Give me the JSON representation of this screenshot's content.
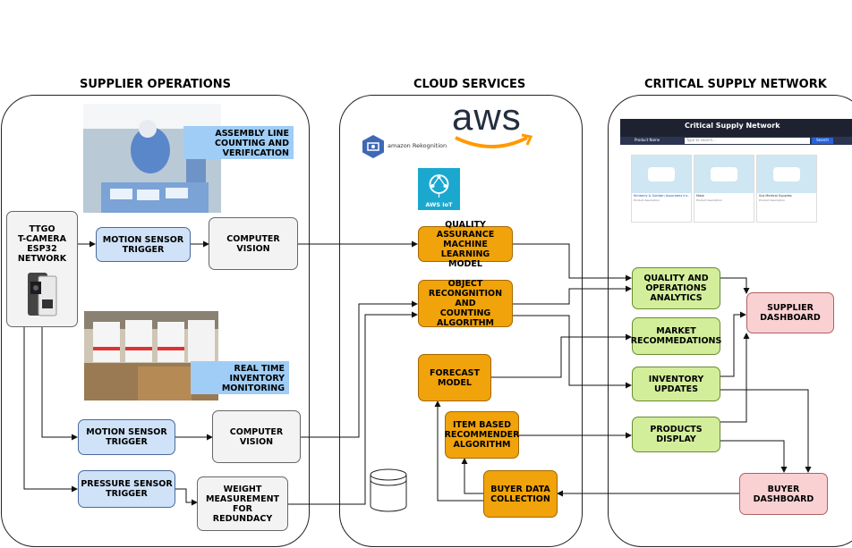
{
  "sections": {
    "supplier": "SUPPLIER OPERATIONS",
    "cloud": "CLOUD SERVICES",
    "network": "CRITICAL SUPPLY NETWORK"
  },
  "supplier": {
    "device": "TTGO\nT-CAMERA\nESP32\nNETWORK",
    "motion_trigger_1": "MOTION SENSOR\nTRIGGER",
    "computer_vision_1": "COMPUTER VISION",
    "motion_trigger_2": "MOTION SENSOR\nTRIGGER",
    "computer_vision_2": "COMPUTER VISION",
    "pressure_trigger": "PRESSURE SENSOR\nTRIGGER",
    "weight_measurement": "WEIGHT\nMEASUREMENT FOR\nREDUNDACY",
    "assembly_label": "ASSEMBLY LINE\nCOUNTING AND\nVERIFICATION",
    "inventory_label": "REAL TIME\nINVENTORY\nMONITORING"
  },
  "cloud": {
    "aws_logo": "aws",
    "rekognition_logo": "amazon Rekognition",
    "iot_logo": "AWS IoT",
    "qa_model": "QUALITY ASSURANCE\nMACHINE LEARNING\nMODEL",
    "object_recognition": "OBJECT\nRECONGNITION AND\nCOUNTING\nALGORITHM",
    "forecast_model": "FORECAST\nMODEL",
    "item_recommender": "ITEM BASED\nRECOMMENDER\nALGORITHM",
    "buyer_data": "BUYER DATA\nCOLLECTION"
  },
  "network": {
    "quality_analytics": "QUALITY  AND\nOPERATIONS\nANALYTICS",
    "market_recommendations": "MARKET\nRECOMMEDATIONS",
    "inventory_updates": "INVENTORY\nUPDATES",
    "products_display": "PRODUCTS DISPLAY",
    "supplier_dashboard": "SUPPLIER\nDASHBOARD",
    "buyer_dashboard": "BUYER\nDASHBOARD",
    "screenshot": {
      "title": "Critical Supply Network",
      "search_placeholder": "Type to search...",
      "search_button": "Search",
      "dropdown": "Product Name",
      "cards": [
        {
          "name": "Kimberly & Goldwin Associates Inc.",
          "sub": "Product description"
        },
        {
          "name": "Mask",
          "sub": "Product description"
        },
        {
          "name": "Sco Medical Supplies",
          "sub": "Product description"
        }
      ]
    }
  },
  "colors": {
    "blue": "#cfe2f7",
    "orange": "#f0a30a",
    "green": "#d3ee9b",
    "pink": "#fad1d3",
    "grey": "#f3f3f3"
  }
}
